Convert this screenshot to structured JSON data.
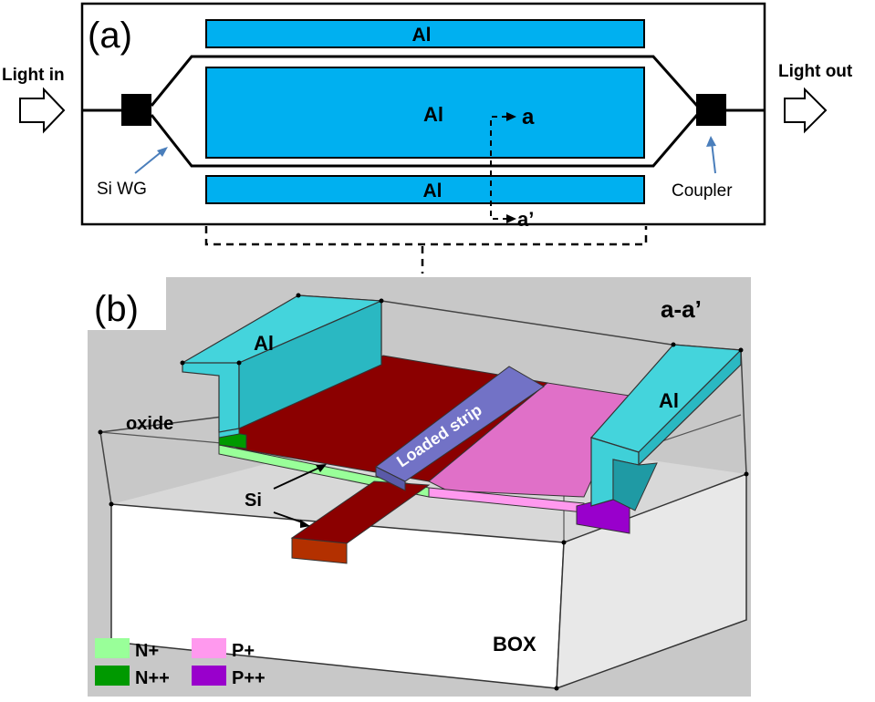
{
  "panel_a": {
    "label": "(a)",
    "light_in": "Light in",
    "light_out": "Light out",
    "al_top": "Al",
    "al_center": "Al",
    "al_bottom": "Al",
    "si_wg": "Si WG",
    "coupler": "Coupler",
    "cut_start": "a",
    "cut_end": "a’",
    "colors": {
      "aluminum": "#00b0f0",
      "waveguide": "#000000"
    }
  },
  "panel_b": {
    "label": "(b)",
    "section": "a-a’",
    "al_left": "Al",
    "al_right": "Al",
    "oxide": "oxide",
    "loaded_strip": "Loaded strip",
    "si": "Si",
    "box": "BOX",
    "colors": {
      "aluminum": "#3fd0d8",
      "si_core": "#8b0000",
      "strip": "#7272c6",
      "background": "#c8c8c8"
    }
  },
  "legend": [
    {
      "label": "N+",
      "color": "#99ff99"
    },
    {
      "label": "P+",
      "color": "#ff99ee"
    },
    {
      "label": "N++",
      "color": "#009900"
    },
    {
      "label": "P++",
      "color": "#9900cc"
    }
  ]
}
